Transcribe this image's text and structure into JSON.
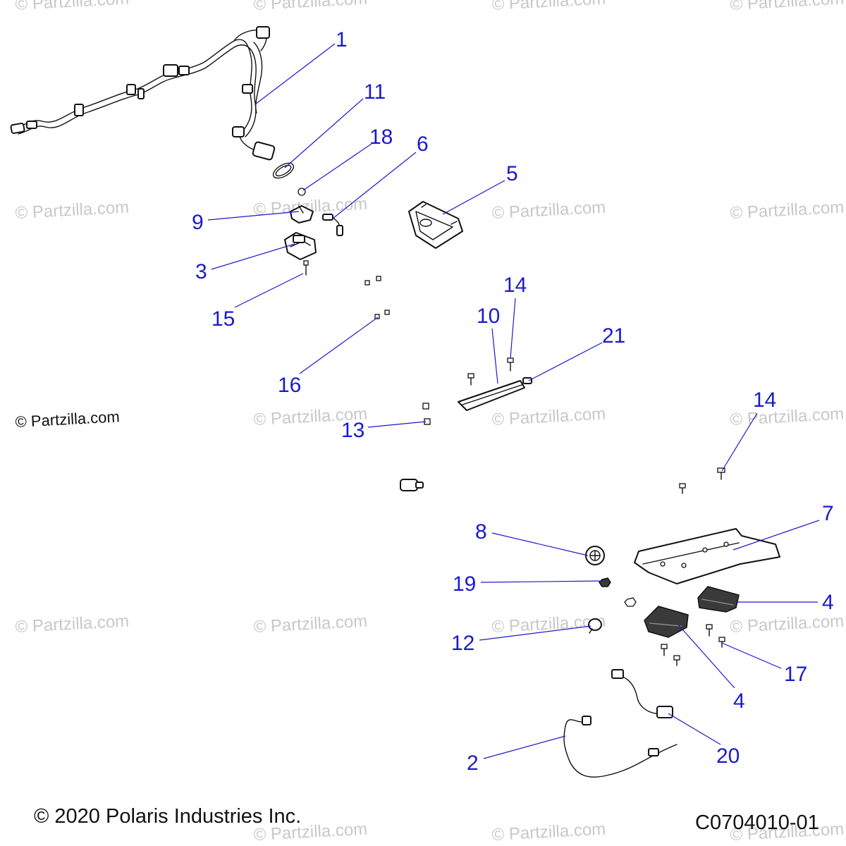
{
  "watermark_text": "© Partzilla.com",
  "credit_text": "© Partzilla.com",
  "copyright": "© 2020 Polaris Industries Inc.",
  "drawing_number": "C0704010-01",
  "callouts": {
    "c1": "1",
    "c11": "11",
    "c18": "18",
    "c6": "6",
    "c5": "5",
    "c9": "9",
    "c3": "3",
    "c15": "15",
    "c16": "16",
    "c14a": "14",
    "c10": "10",
    "c21": "21",
    "c13": "13",
    "c14b": "14",
    "c7": "7",
    "c8": "8",
    "c19": "19",
    "c4a": "4",
    "c12": "12",
    "c17": "17",
    "c4b": "4",
    "c2": "2",
    "c20": "20"
  },
  "colors": {
    "callout": "#1a1acc",
    "line": "#111111",
    "watermark": "#c8c8c8"
  }
}
